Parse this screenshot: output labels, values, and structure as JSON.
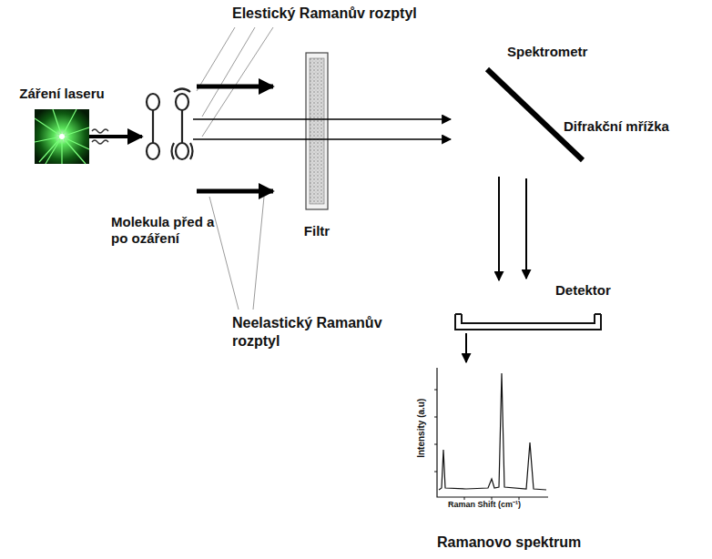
{
  "diagram": {
    "nodes": [
      {
        "text": [
          "Záření laseru"
        ]
      },
      {
        "text": [
          "Molekula před a po ozáření"
        ]
      },
      {
        "text": [
          "Filtr"
        ]
      },
      {
        "text": [
          "Spektrometr",
          "Difrakční mřížka"
        ]
      },
      {
        "text": [
          "Detektor"
        ]
      },
      {
        "text": [
          "Ramanovo spektrum"
        ]
      }
    ],
    "edges": [
      {
        "from": 0,
        "to": 1,
        "arrow": "to"
      },
      {
        "from": 1,
        "to": 2,
        "arrow": "none"
      },
      {
        "from": 2,
        "to": 3,
        "arrow": "to"
      },
      {
        "from": 3,
        "to": 4,
        "arrow": "to"
      },
      {
        "from": 4,
        "to": 5,
        "arrow": "to"
      }
    ],
    "labels": [
      "Elestický Ramanův rozptyl",
      "Neelastický Ramanův rozptyl",
      "Intensity (a.u)",
      "Raman Shift (cm⁻¹)"
    ]
  }
}
